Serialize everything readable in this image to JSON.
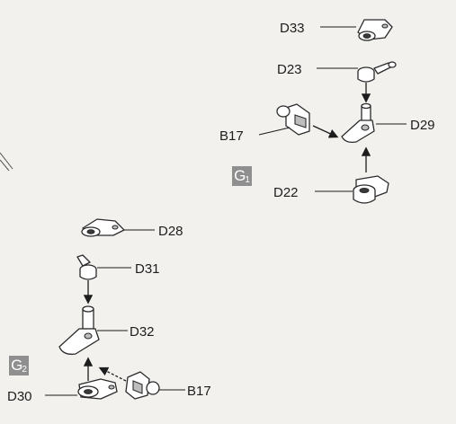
{
  "steps": [
    {
      "badge_letter": "G",
      "badge_number": "1"
    },
    {
      "badge_letter": "G",
      "badge_number": "2"
    }
  ],
  "labels": {
    "d33": "D33",
    "d23": "D23",
    "b17_top": "B17",
    "d29": "D29",
    "d22": "D22",
    "d28": "D28",
    "d31": "D31",
    "d32": "D32",
    "d30": "D30",
    "b17_bottom": "B17"
  },
  "colors": {
    "badge": "#8f8f8f",
    "line": "#1d1d1d",
    "background": "#f2f1ee"
  }
}
